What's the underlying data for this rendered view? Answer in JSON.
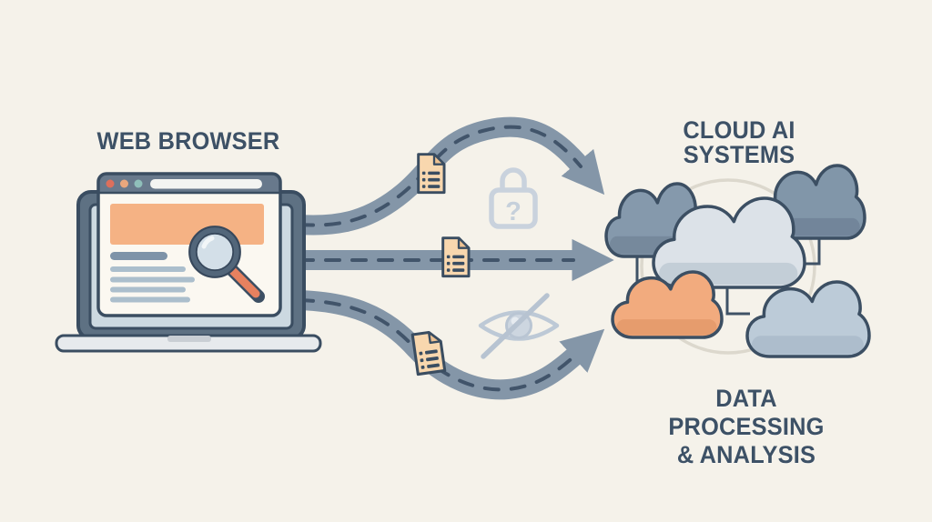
{
  "page": {
    "type": "flow-diagram",
    "background": "#f5f2ea"
  },
  "nodes": {
    "web_browser": {
      "label": "WEB BROWSER"
    },
    "cloud_ai": {
      "label": "CLOUD AI SYSTEMS"
    },
    "data_processing": {
      "label_line1": "DATA PROCESSING",
      "label_line2": "& ANALYSIS"
    }
  },
  "privacy": {
    "lock_glyph": "?"
  },
  "flows": [
    {
      "from": "web-browser",
      "to": "cloud-ai-systems",
      "carries": "document",
      "style": "dashed-arrow-curving-up"
    },
    {
      "from": "web-browser",
      "to": "cloud-ai-systems",
      "carries": "document",
      "style": "dashed-arrow-straight"
    },
    {
      "from": "web-browser",
      "to": "cloud-ai-systems",
      "carries": "document",
      "style": "dashed-arrow-curving-down"
    }
  ],
  "icons": [
    "laptop-icon",
    "browser-window-icon",
    "magnifier-icon",
    "document-icon",
    "lock-question-icon",
    "eye-slash-icon",
    "cloud-cluster-icon",
    "flow-arrow-icon"
  ],
  "colors": {
    "text": "#3d5166",
    "outline": "#3c4f63",
    "arrow_band": "#8496a8",
    "arrow_dash": "#41546a",
    "document_fill": "#f8d7ae",
    "browser_banner": "#f5b284",
    "cloud_slate": "#8599ac",
    "cloud_dark_slate": "#7e92a5",
    "cloud_light": "#dce2e8",
    "cloud_orange": "#f2ab7e",
    "cloud_blue": "#bccbd8",
    "privacy_icon_gray": "#c6d0db"
  }
}
